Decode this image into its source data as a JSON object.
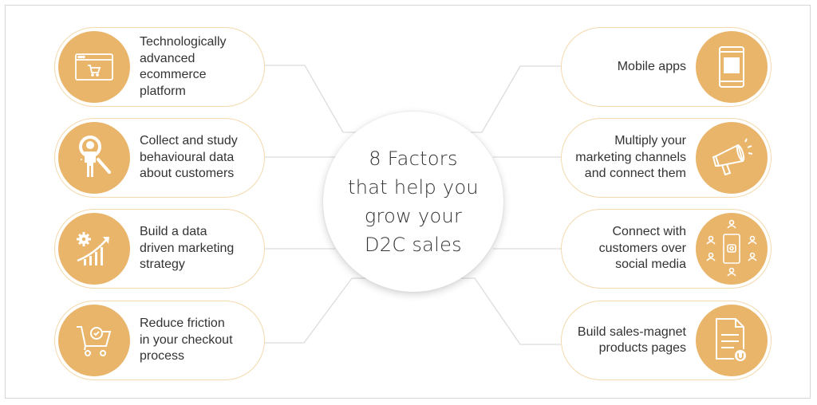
{
  "title": "8 Factors\nthat help you\ngrow your\nD2C sales",
  "colors": {
    "accent": "#e9b56a",
    "pill_border": "#f3d9ad",
    "connector": "#dcdcdc",
    "text": "#333333"
  },
  "factors_left": [
    {
      "label": "Technologically\nadvanced\necommerce\nplatform",
      "icon": "browser-cart-icon"
    },
    {
      "label": "Collect and study\nbehavioural data\nabout customers",
      "icon": "person-magnifier-icon"
    },
    {
      "label": "Build a data\ndriven marketing\nstrategy",
      "icon": "gear-growth-chart-icon"
    },
    {
      "label": "Reduce friction\nin your checkout\nprocess",
      "icon": "cart-check-icon"
    }
  ],
  "factors_right": [
    {
      "label": "Mobile apps",
      "icon": "mobile-app-grid-icon"
    },
    {
      "label": "Multiply your\nmarketing channels\nand connect them",
      "icon": "megaphone-icon"
    },
    {
      "label": "Connect with\ncustomers over\nsocial media",
      "icon": "phone-social-users-icon"
    },
    {
      "label": "Build sales-magnet\nproducts pages",
      "icon": "document-magnet-icon"
    }
  ]
}
